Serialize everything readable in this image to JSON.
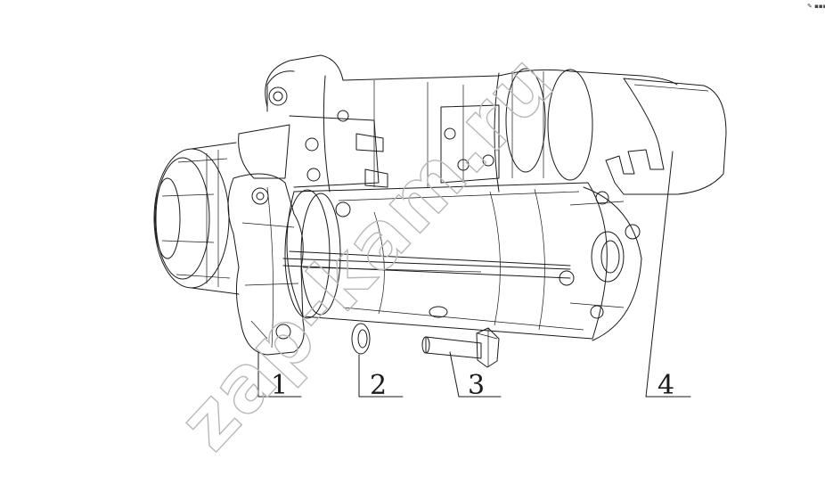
{
  "callouts": [
    {
      "label": "1"
    },
    {
      "label": "2"
    },
    {
      "label": "3"
    },
    {
      "label": "4"
    }
  ],
  "watermark": "zap-kam.ru",
  "corner_mark": "✎ ▪▪▪",
  "colors": {
    "line": "#1a1a1a",
    "watermark": "#b8b8b8",
    "background": "#ffffff"
  }
}
